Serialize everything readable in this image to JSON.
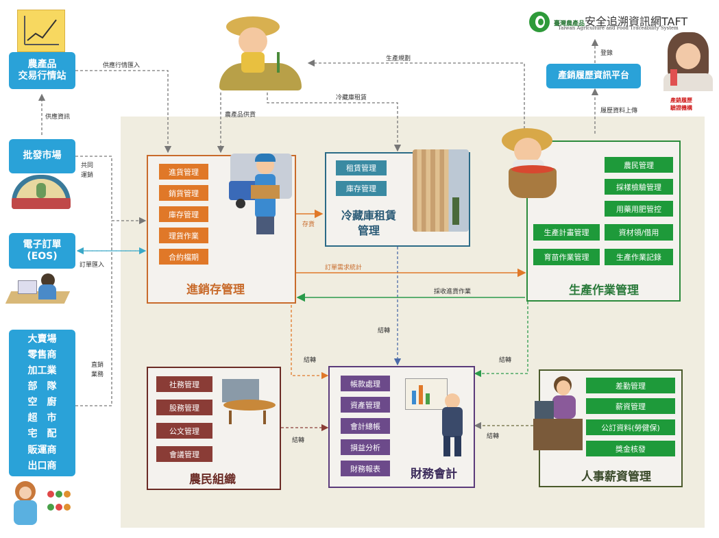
{
  "header": {
    "taft_small": "臺灣農產品",
    "taft_title": "安全追溯資訊網TAFT",
    "taft_sub": "Taiwan Agriculture and Food Traceability System",
    "inspect_org": [
      "產銷履歷",
      "驗證機構"
    ]
  },
  "left": {
    "market": [
      "農產品",
      "交易行情站"
    ],
    "wholesale": "批發市場",
    "eos": [
      "電子訂單",
      "(EOS)"
    ],
    "retail": [
      "大賣場",
      "零售商",
      "加工業",
      "部　隊",
      "空　廚",
      "超　市",
      "宅　配",
      "販運商",
      "出口商"
    ]
  },
  "platform": "產銷履歷資訊平台",
  "modules": {
    "inventory": {
      "title": "進銷存管理",
      "items": [
        "進貨管理",
        "銷貨管理",
        "庫存管理",
        "理貨作業",
        "合約檔期"
      ]
    },
    "cold": {
      "title": [
        "冷藏庫租賃",
        "管理"
      ],
      "items": [
        "租賃管理",
        "庫存管理"
      ]
    },
    "production": {
      "title": "生產作業管理",
      "items_right": [
        "農民管理",
        "採樣檢驗管理",
        "用藥用肥管控"
      ],
      "items_row1": [
        "生產計畫管理",
        "資材領/借用"
      ],
      "items_row2": [
        "育苗作業管理",
        "生產作業記錄"
      ]
    },
    "farmer_org": {
      "title": "農民組織",
      "items": [
        "社務管理",
        "股務管理",
        "公文管理",
        "會議管理"
      ]
    },
    "finance": {
      "title": "財務會計",
      "items": [
        "帳款處理",
        "資產管理",
        "會計總帳",
        "損益分析",
        "財務報表"
      ]
    },
    "hr": {
      "title": "人事薪資管理",
      "items": [
        "差勤管理",
        "薪資管理",
        "公訂資料(勞健保)",
        "獎金核發"
      ]
    }
  },
  "flows": {
    "supply_quotes": "供應行情匯入",
    "supply_info": "供應資訊",
    "joint_sales": [
      "共同",
      "運銷"
    ],
    "order_import": "訂單匯入",
    "direct_sales": [
      "直銷",
      "業務"
    ],
    "production_plan": "生產規劃",
    "produce_supply": "農產品供貨",
    "cold_lease": "冷藏庫租賃",
    "storage": "存貨",
    "order_stats": "訂單需求統計",
    "receive_goods": "採收進貨作業",
    "transfer": "結轉",
    "publish": "登錄",
    "upload": "履歷資料上傳"
  }
}
